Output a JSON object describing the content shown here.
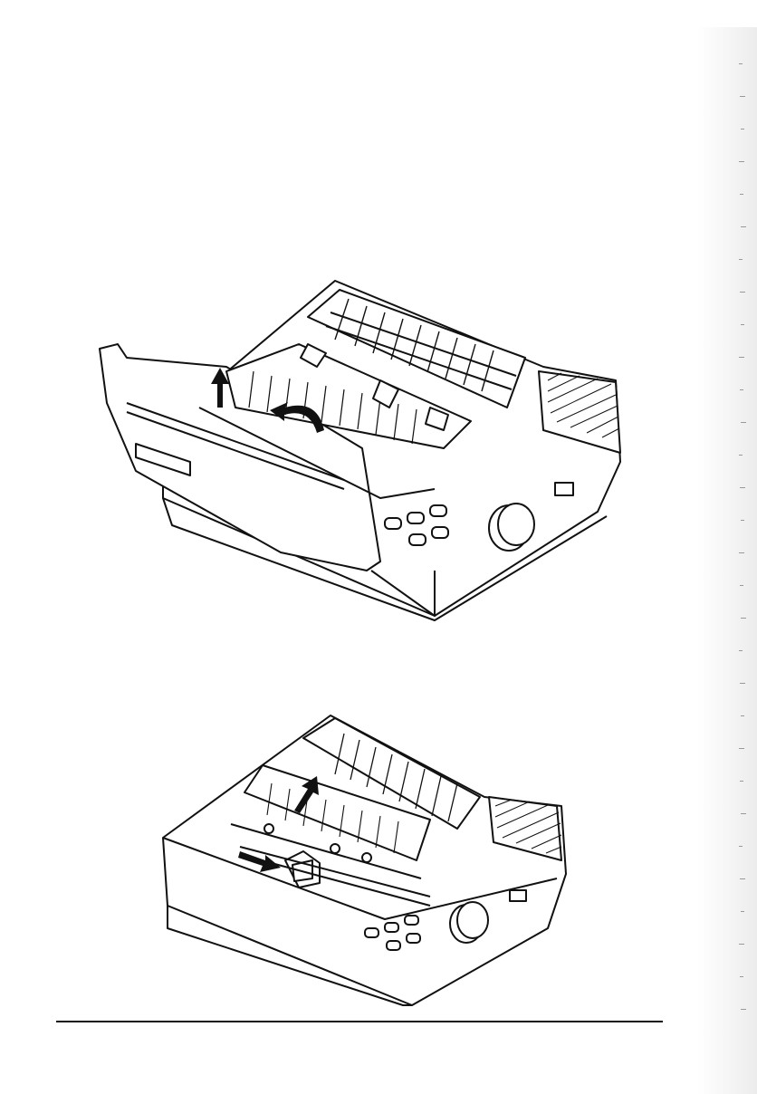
{
  "page": {
    "figures": [
      {
        "id": "figure-top"
      },
      {
        "id": "figure-bottom"
      }
    ],
    "edge_marks": 30
  }
}
